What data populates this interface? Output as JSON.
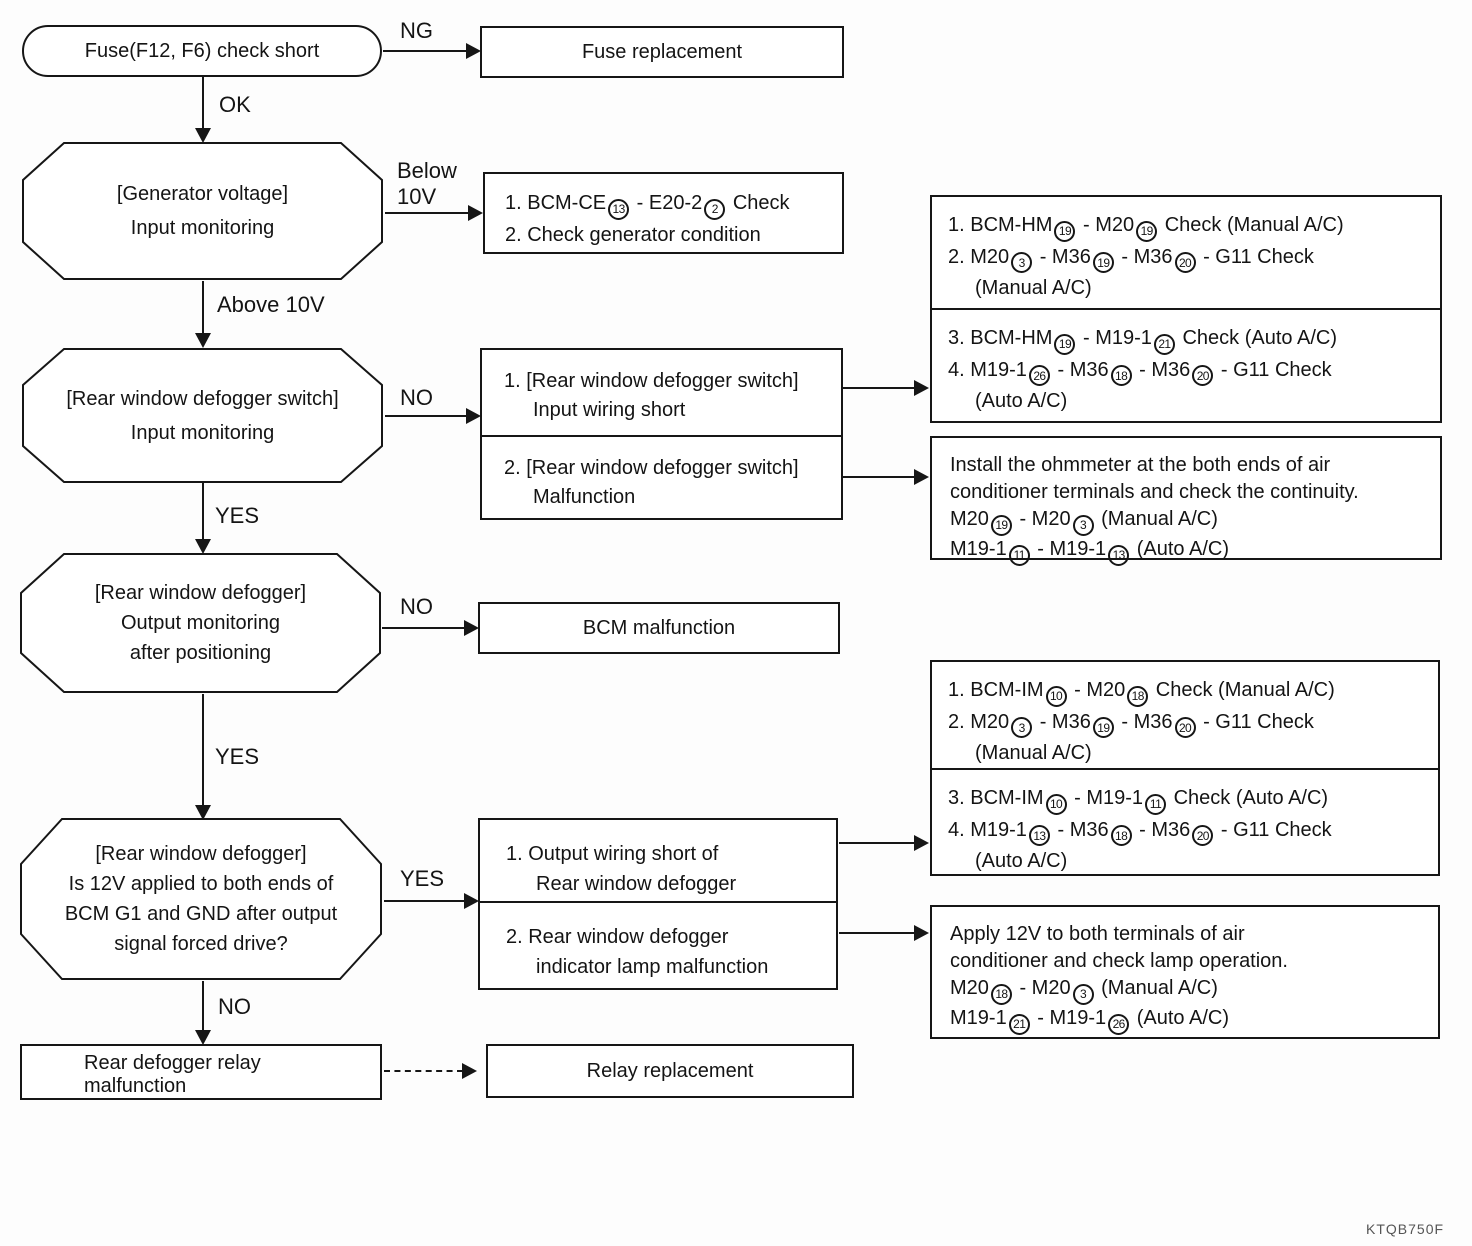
{
  "figure_code": "KTQB750F",
  "colors": {
    "line": "#161616",
    "background": "#ffffff"
  },
  "nodes": {
    "fuse_check": {
      "label": "Fuse(F12, F6) check short"
    },
    "fuse_replacement": {
      "label": "Fuse replacement"
    },
    "generator_voltage": {
      "line1": "[Generator voltage]",
      "line2": "Input monitoring"
    },
    "bcm_ce_check": {
      "line1": "1. BCM-CE{13} - E20-2{2} Check",
      "line2": "2. Check generator condition"
    },
    "defogger_switch_input": {
      "line1": "[Rear window defogger switch]",
      "line2": "Input monitoring"
    },
    "switch_result": {
      "item1_line1": "1. [Rear window defogger switch]",
      "item1_line2": "Input wiring short",
      "item2_line1": "2. [Rear window defogger switch]",
      "item2_line2": "Malfunction"
    },
    "hm_check": {
      "sec1": [
        "1. BCM-HM{19} - M20{19} Check (Manual A/C)",
        "2. M20{3} - M36{19} - M36{20} - G11 Check",
        "(Manual A/C)"
      ],
      "sec2": [
        "3. BCM-HM{19} - M19-1{21} Check (Auto A/C)",
        "4. M19-1{26} - M36{18} - M36{20} - G11 Check",
        "(Auto A/C)"
      ]
    },
    "ohmmeter": {
      "lines": [
        "Install the ohmmeter at the both ends of air",
        "conditioner terminals and check the continuity.",
        "M20{19} - M20{3} (Manual A/C)",
        "M19-1{11} - M19-1{13} (Auto A/C)"
      ]
    },
    "defogger_output": {
      "line1": "[Rear window defogger]",
      "line2": "Output monitoring",
      "line3": "after positioning"
    },
    "bcm_malfunction": {
      "label": "BCM malfunction"
    },
    "forced_drive": {
      "line1": "[Rear window defogger]",
      "line2": "Is 12V applied to both ends of",
      "line3": "BCM G1 and GND after output",
      "line4": "signal forced drive?"
    },
    "output_result": {
      "item1_line1": "1. Output wiring short of",
      "item1_line2": "Rear window defogger",
      "item2_line1": "2. Rear window defogger",
      "item2_line2": "indicator lamp malfunction"
    },
    "im_check": {
      "sec1": [
        "1. BCM-IM{10} - M20{18} Check (Manual A/C)",
        "2. M20{3} - M36{19} - M36{20} - G11 Check",
        "(Manual A/C)"
      ],
      "sec2": [
        "3. BCM-IM{10} - M19-1{11} Check (Auto A/C)",
        "4. M19-1{13} - M36{18} - M36{20} - G11 Check",
        "(Auto A/C)"
      ]
    },
    "apply_12v": {
      "lines": [
        "Apply 12V to both terminals of air",
        "conditioner and check lamp operation.",
        "M20{18} - M20{3} (Manual A/C)",
        "M19-1{21} - M19-1{26} (Auto A/C)"
      ]
    },
    "relay_malfunction": {
      "line1": "Rear defogger relay",
      "line2": "malfunction"
    },
    "relay_replacement": {
      "label": "Relay replacement"
    }
  },
  "edge_labels": {
    "ng": "NG",
    "ok": "OK",
    "below_line1": "Below",
    "below_line2": "10V",
    "above": "Above 10V",
    "no_switch": "NO",
    "yes_switch": "YES",
    "no_output": "NO",
    "yes_output": "YES",
    "yes_forced": "YES",
    "no_forced": "NO"
  }
}
